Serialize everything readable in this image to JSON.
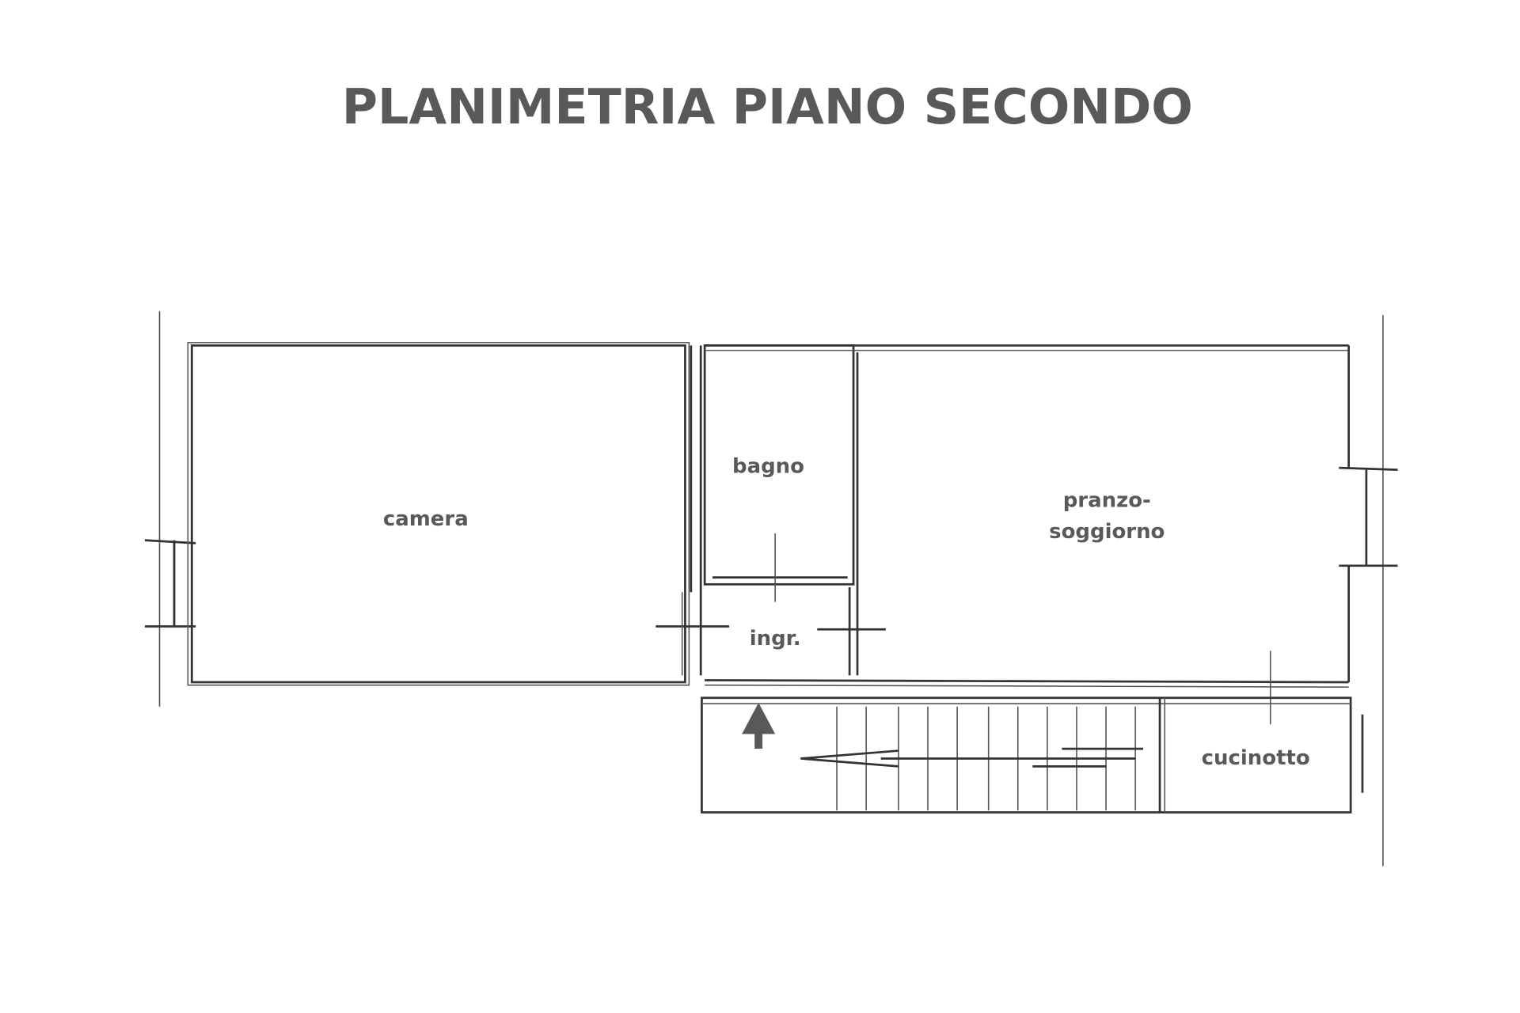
{
  "title": "PLANIMETRIA PIANO SECONDO",
  "rooms": {
    "camera": "camera",
    "bagno": "bagno",
    "pranzo_line1": "pranzo-",
    "pranzo_line2": "soggiorno",
    "ingresso": "ingr.",
    "cucinotto": "cucinotto"
  },
  "colors": {
    "text": "#58595b",
    "walls": "#333333"
  }
}
